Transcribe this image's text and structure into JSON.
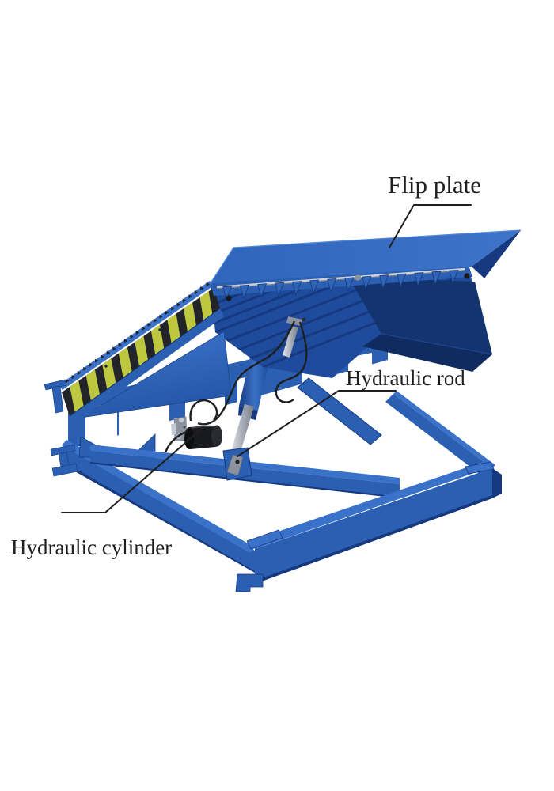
{
  "figure": {
    "type": "labeled-product-illustration",
    "subject": "hydraulic dock leveler",
    "labels": {
      "flip_plate": "Flip plate",
      "hydraulic_rod": "Hydraulic rod",
      "hydraulic_cylinder": "Hydraulic cylinder"
    },
    "palette": {
      "main_blue": "#2a5fb2",
      "bright_blue": "#3b72c9",
      "deep_blue": "#1e4b9b",
      "dark_blue": "#16397f",
      "navy_blue": "#13346f",
      "shadow_navy": "#0f2b60",
      "hazard_yellow": "#bdc73f",
      "hazard_black": "#23242a",
      "steel_silver": "#c6cbd3",
      "steel_shadow": "#8d939e",
      "pump_black": "#191a1e",
      "line_ink": "#1f1f1f",
      "background": "#ffffff"
    }
  }
}
